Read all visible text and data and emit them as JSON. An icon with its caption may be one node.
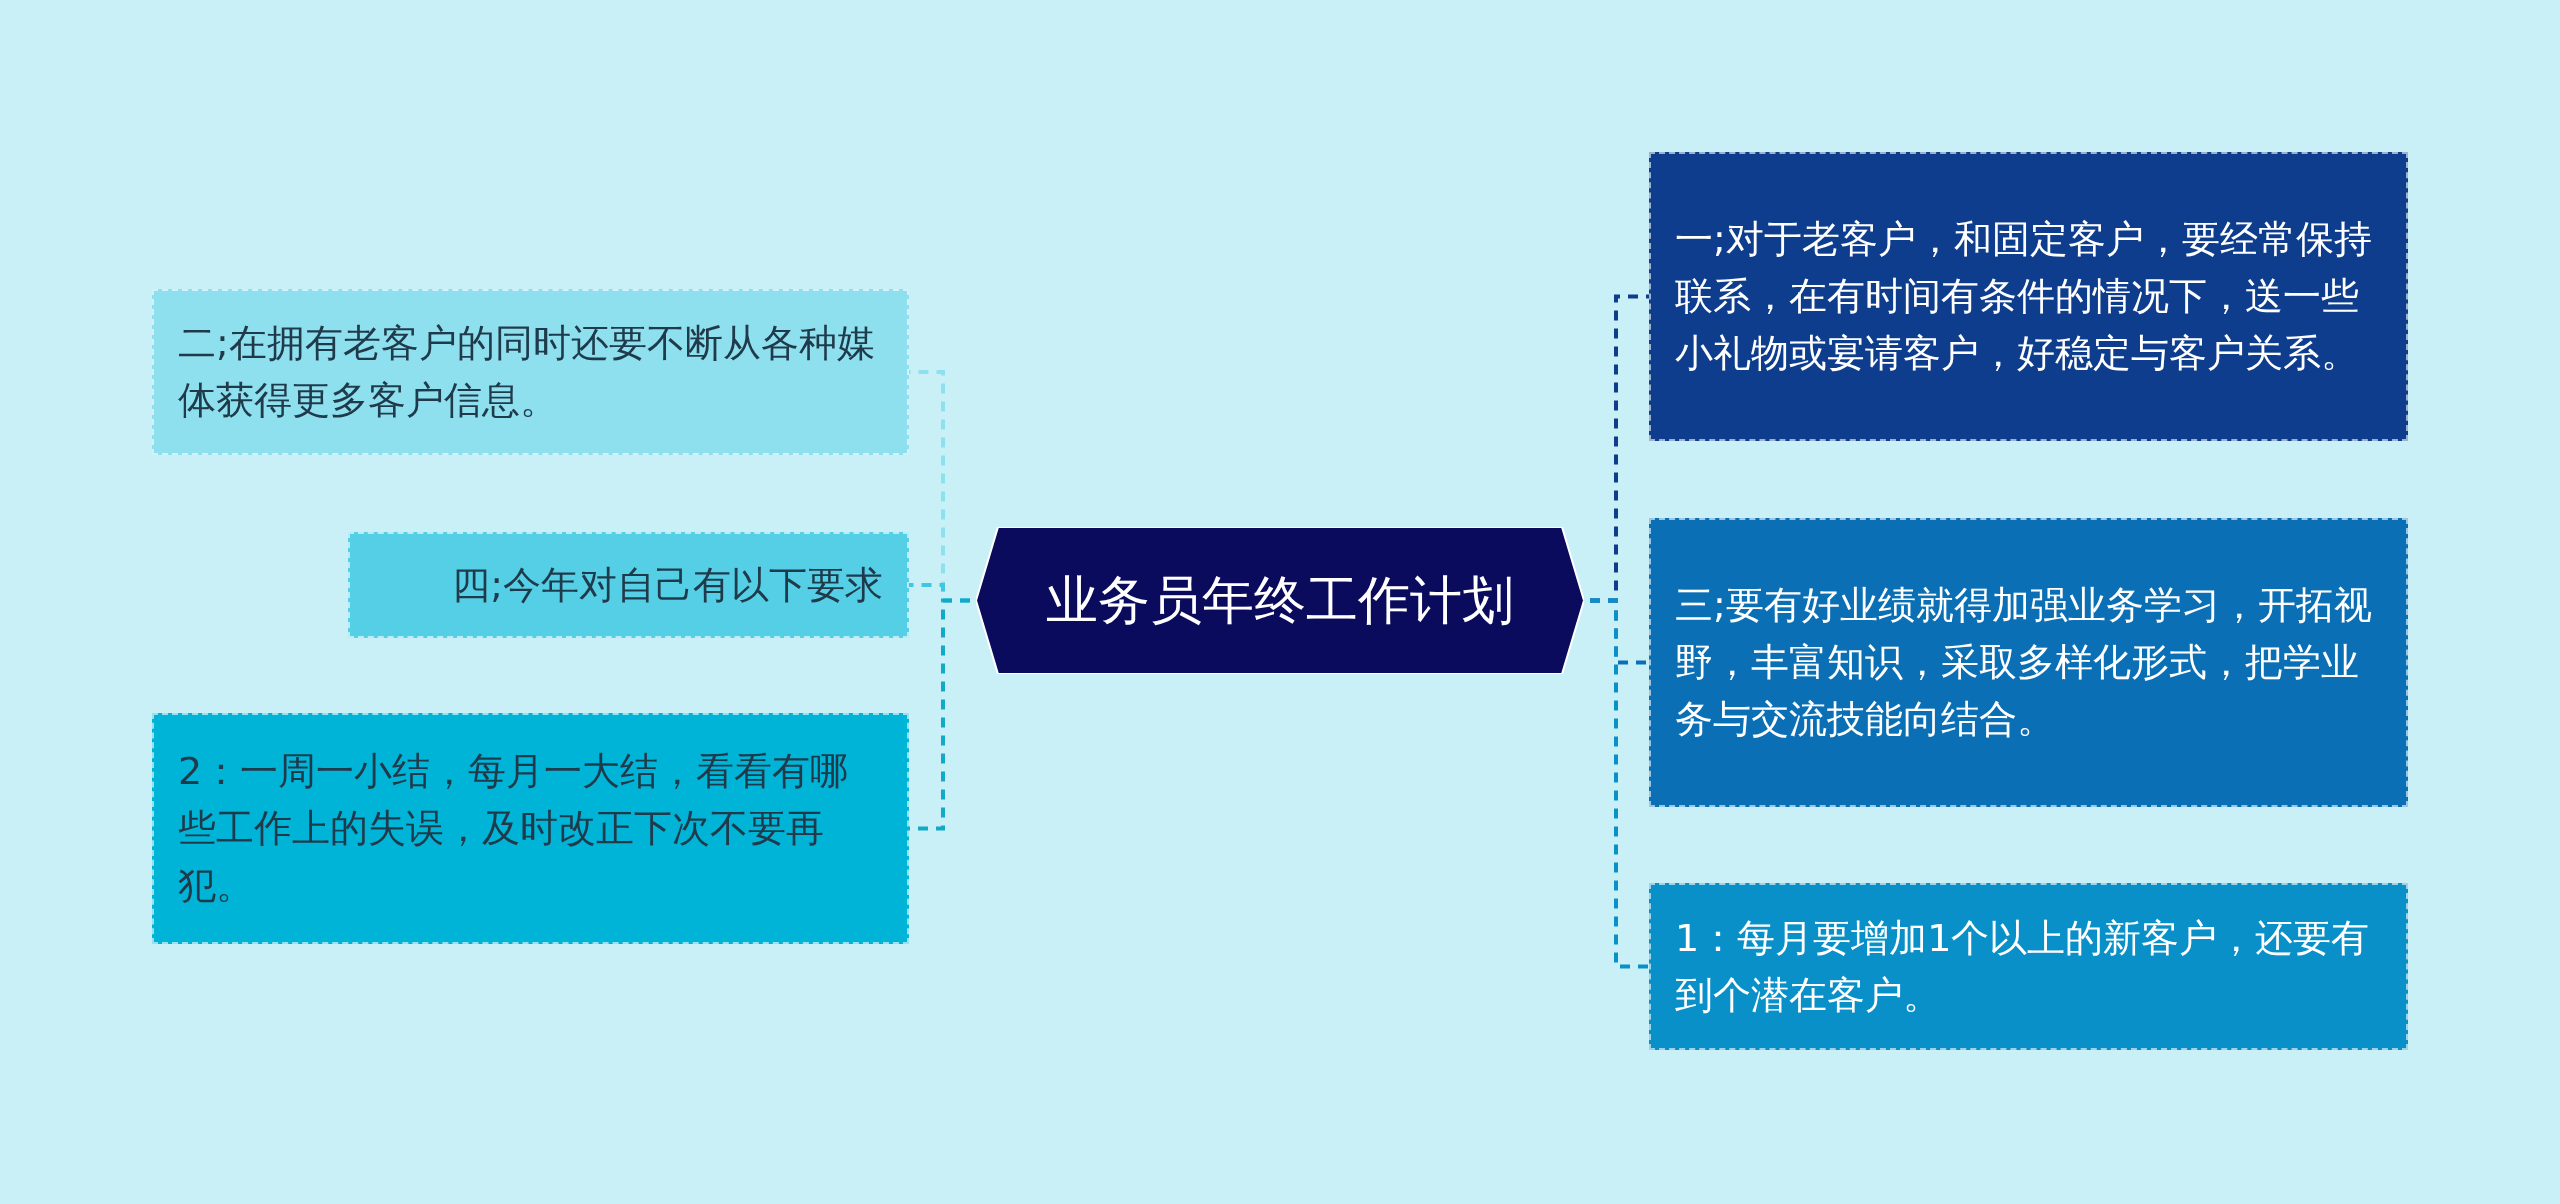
{
  "diagram": {
    "nodes": [
      {
        "text": [
          "业务员年终工作计划"
        ]
      },
      {
        "text": [
          "二;在拥有老客户的同时还要不断从各种媒体获得更多客户信息。"
        ]
      },
      {
        "text": [
          "四;今年对自己有以下要求"
        ]
      },
      {
        "text": [
          "2：一周一小结，每月一大结，看看有哪些工作上的失误，及时改正下次不要再犯。"
        ]
      },
      {
        "text": [
          "一;对于老客户，和固定客户，要经常保持联系，在有时间有条件的情况下，送一些小礼物或宴请客户，好稳定与客户关系。"
        ]
      },
      {
        "text": [
          "三;要有好业绩就得加强业务学习，开拓视野，丰富知识，采取多样化形式，把学业务与交流技能向结合。"
        ]
      },
      {
        "text": [
          "1：每月要增加1个以上的新客户，还要有到个潜在客户。"
        ]
      }
    ],
    "edges": [
      {
        "from": 0,
        "to": 1,
        "arrow": "none",
        "style": "dashed",
        "color": "#8fe0ef"
      },
      {
        "from": 0,
        "to": 2,
        "arrow": "none",
        "style": "dashed",
        "color": "#3fc6e0"
      },
      {
        "from": 0,
        "to": 3,
        "arrow": "none",
        "style": "dashed",
        "color": "#12a9c9"
      },
      {
        "from": 0,
        "to": 4,
        "arrow": "none",
        "style": "dashed",
        "color": "#0d3d8c"
      },
      {
        "from": 0,
        "to": 5,
        "arrow": "none",
        "style": "dashed",
        "color": "#0a6fb5"
      },
      {
        "from": 0,
        "to": 6,
        "arrow": "none",
        "style": "dashed",
        "color": "#0a90c8"
      }
    ]
  }
}
